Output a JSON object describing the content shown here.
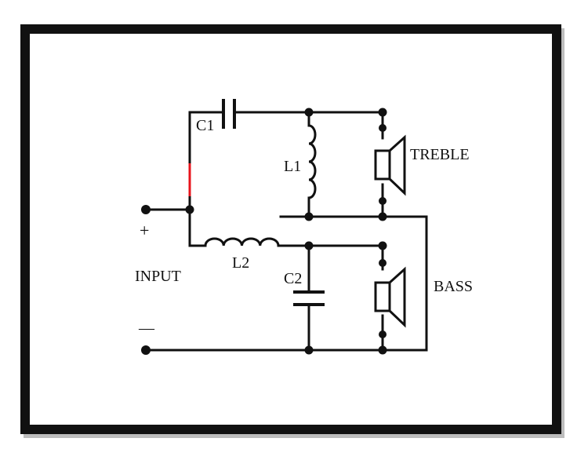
{
  "labels": {
    "c1": "C1",
    "l1": "L1",
    "l2": "L2",
    "c2": "C2",
    "treble": "TREBLE",
    "bass": "BASS",
    "input": "INPUT",
    "plus": "+",
    "minus": "—"
  },
  "colors": {
    "frame": "#111111",
    "wire": "#111111",
    "highlight": "#e8141c",
    "background": "#ffffff"
  }
}
